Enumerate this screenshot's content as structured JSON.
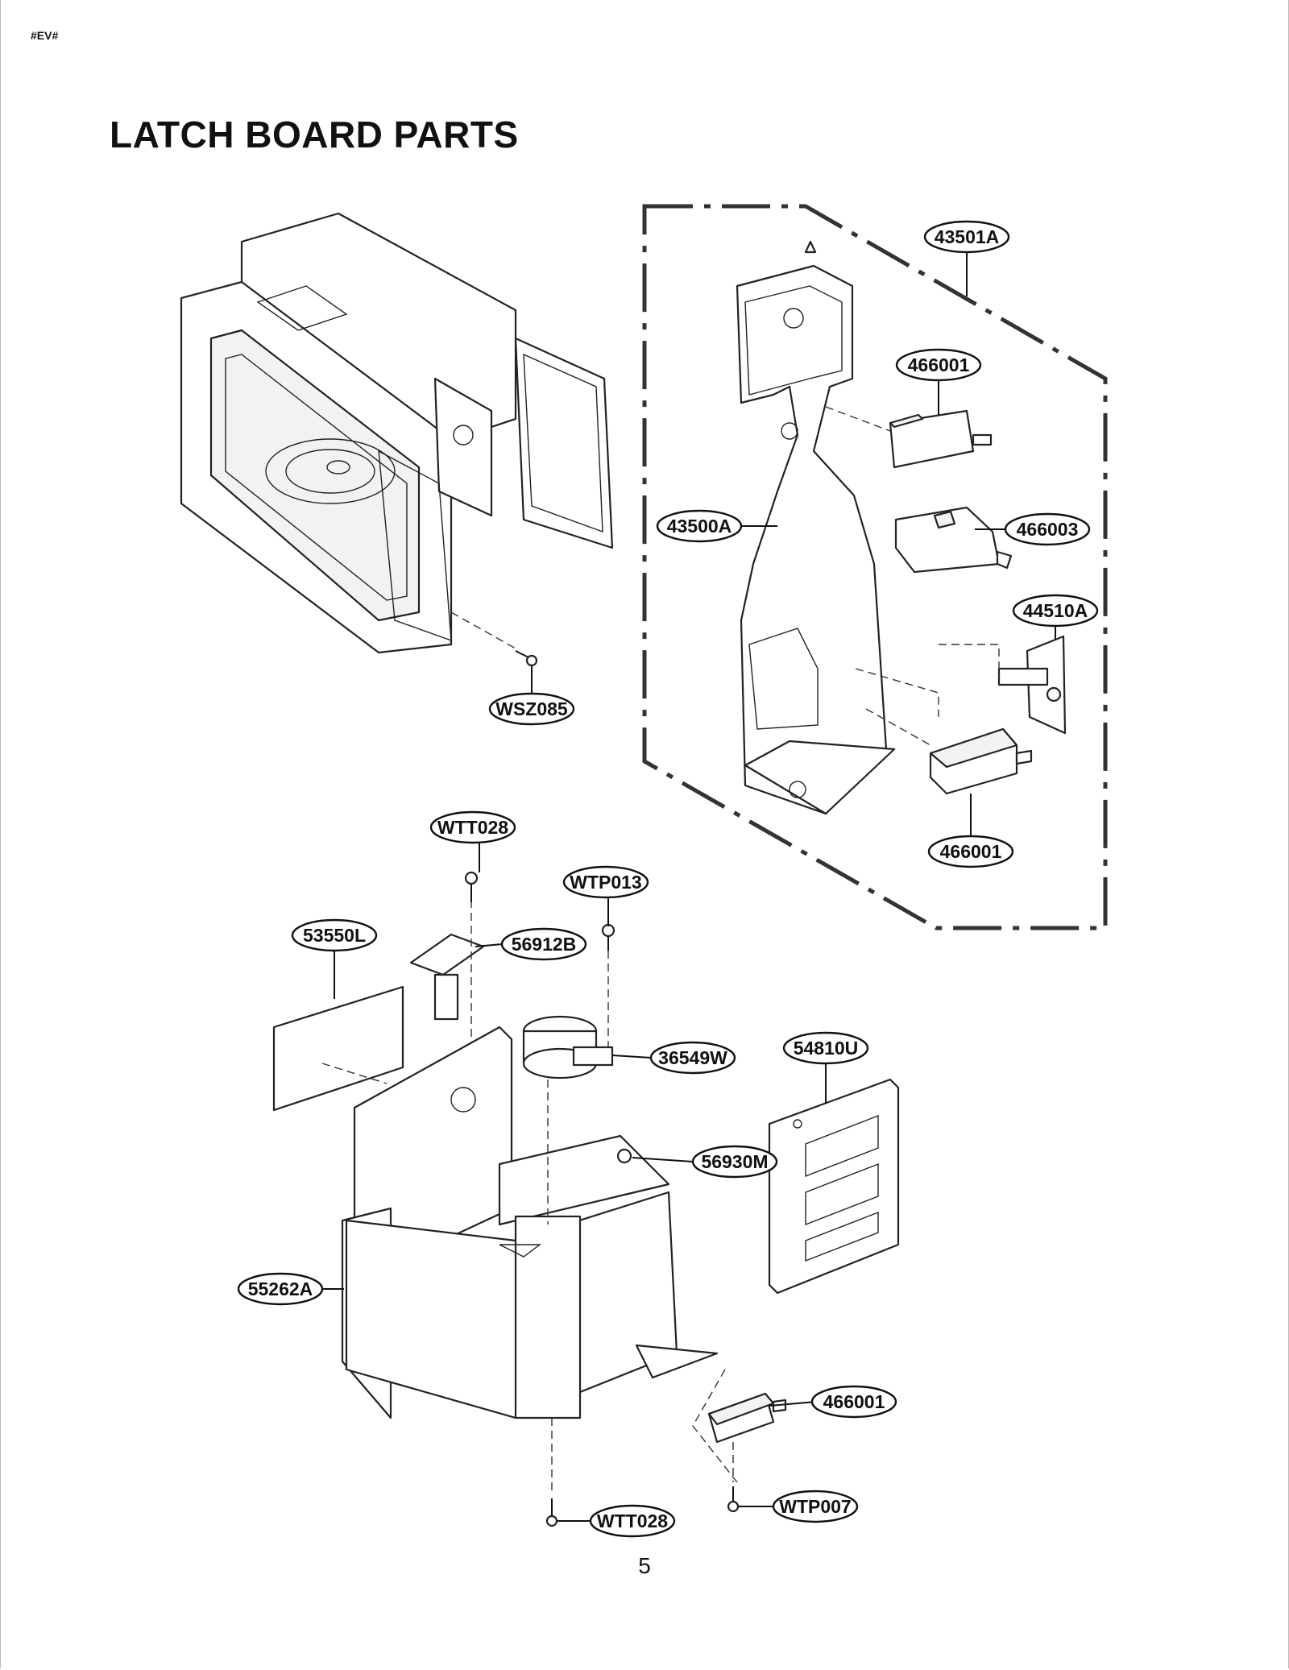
{
  "header_tag": "#EV#",
  "title": "LATCH BOARD PARTS",
  "page_number": "5",
  "labels": {
    "43501A": "43501A",
    "466001_top": "466001",
    "43500A": "43500A",
    "466003": "466003",
    "44510A": "44510A",
    "466001_mid": "466001",
    "WSZ085": "WSZ085",
    "WTT028_top": "WTT028",
    "WTP013": "WTP013",
    "53550L": "53550L",
    "56912B": "56912B",
    "36549W": "36549W",
    "54810U": "54810U",
    "56930M": "56930M",
    "55262A": "55262A",
    "466001_bottom": "466001",
    "WTT028_bottom": "WTT028",
    "WTP007": "WTP007"
  }
}
